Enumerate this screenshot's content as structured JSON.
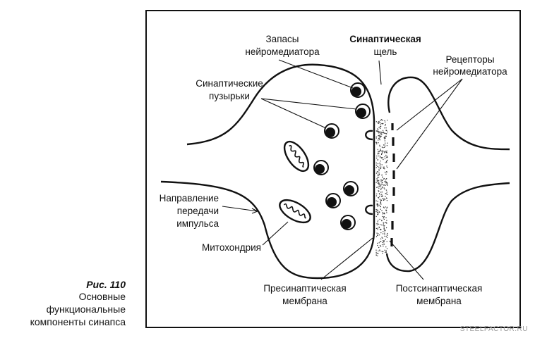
{
  "labels": {
    "reserves": [
      "Запасы",
      "нейромедиатора"
    ],
    "cleft": [
      "Синаптическая",
      "щель"
    ],
    "receptors": [
      "Рецепторы",
      "нейромедиатора"
    ],
    "vesicles": [
      "Синаптические",
      "пузырьки"
    ],
    "direction": [
      "Направление",
      "передачи",
      "импульса"
    ],
    "mitochondria": "Митохондрия",
    "presynaptic": [
      "Пресинаптическая",
      "мембрана"
    ],
    "postsynaptic": [
      "Постсинаптическая",
      "мембрана"
    ]
  },
  "caption": {
    "figure": "Рис. 110",
    "lines": [
      "Основные",
      "функциональные",
      "компоненты синапса"
    ]
  },
  "watermark": "STEELFACTOR.RU"
}
